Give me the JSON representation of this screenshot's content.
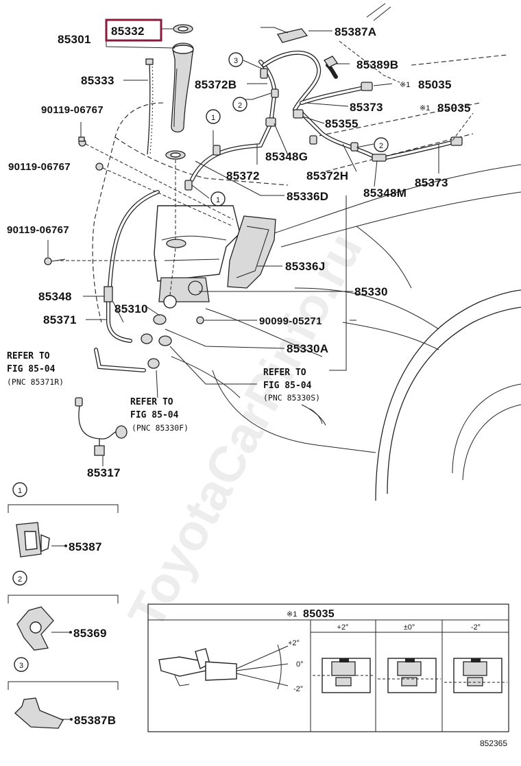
{
  "highlight": {
    "part_number": "85332",
    "color": "#8b1a3a"
  },
  "parts": {
    "p85301": "85301",
    "p85333": "85333",
    "p90119_a": "90119-06767",
    "p90119_b": "90119-06767",
    "p90119_c": "90119-06767",
    "p85348": "85348",
    "p85371": "85371",
    "p85310": "85310",
    "p85317": "85317",
    "p85387A": "85387A",
    "p85389B": "85389B",
    "p85372B": "85372B",
    "p85035_a": "85035",
    "p85035_b": "85035",
    "p85373_a": "85373",
    "p85373_b": "85373",
    "p85355": "85355",
    "p85348G": "85348G",
    "p85372": "85372",
    "p85372H": "85372H",
    "p85348M": "85348M",
    "p85336D": "85336D",
    "p85336J": "85336J",
    "p85330": "85330",
    "p90099": "90099-05271",
    "p85330A": "85330A"
  },
  "marks": {
    "note": "※1",
    "circle1": "1",
    "circle2": "2",
    "circle3": "3"
  },
  "refs": {
    "r1_line1": "REFER TO",
    "r1_line2": "FIG 85-04",
    "r1_pnc": "(PNC 85371R)",
    "r2_line1": "REFER TO",
    "r2_line2": "FIG 85-04",
    "r2_pnc": "(PNC 85330F)",
    "r3_line1": "REFER TO",
    "r3_line2": "FIG 85-04",
    "r3_pnc": "(PNC 85330S)"
  },
  "legend": {
    "item1_num": "1",
    "item1_part": "85387",
    "item2_num": "2",
    "item2_part": "85369",
    "item3_num": "3",
    "item3_part": "85387B"
  },
  "adjust_table": {
    "title_mark": "※1",
    "title_part": "85035",
    "columns": [
      "+2°",
      "±0°",
      "-2°"
    ],
    "angle_labels": [
      "+2°",
      "0°",
      "-2°"
    ]
  },
  "figure_number": "852365",
  "watermark": "ToyotaCarPinfo.ru"
}
